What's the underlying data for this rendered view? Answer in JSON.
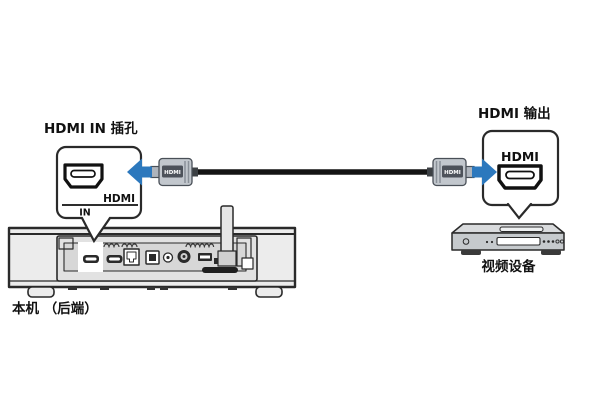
{
  "diagram": {
    "title_left": "HDMI IN 插孔",
    "title_right": "HDMI 输出",
    "device_label": "视频设备",
    "unit_label": "本机 （后端）",
    "left_callout": {
      "hdmi": "HDMI",
      "in": "IN"
    },
    "right_callout": {
      "hdmi": "HDMI"
    },
    "cable": {
      "left_plug_label": "HDMI",
      "right_plug_label": "HDMI"
    },
    "colors": {
      "arrow_blue": "#2c78bd",
      "outline": "#2a2a2a",
      "plug_body_gray": "#c2c7cd",
      "plug_label_bg": "#4d525a",
      "soundbar_gray": "#ececec",
      "panel_gray": "#d7d7d7",
      "device_top_gray": "#d9dbdd",
      "device_front_gray": "#c6cacd"
    }
  }
}
